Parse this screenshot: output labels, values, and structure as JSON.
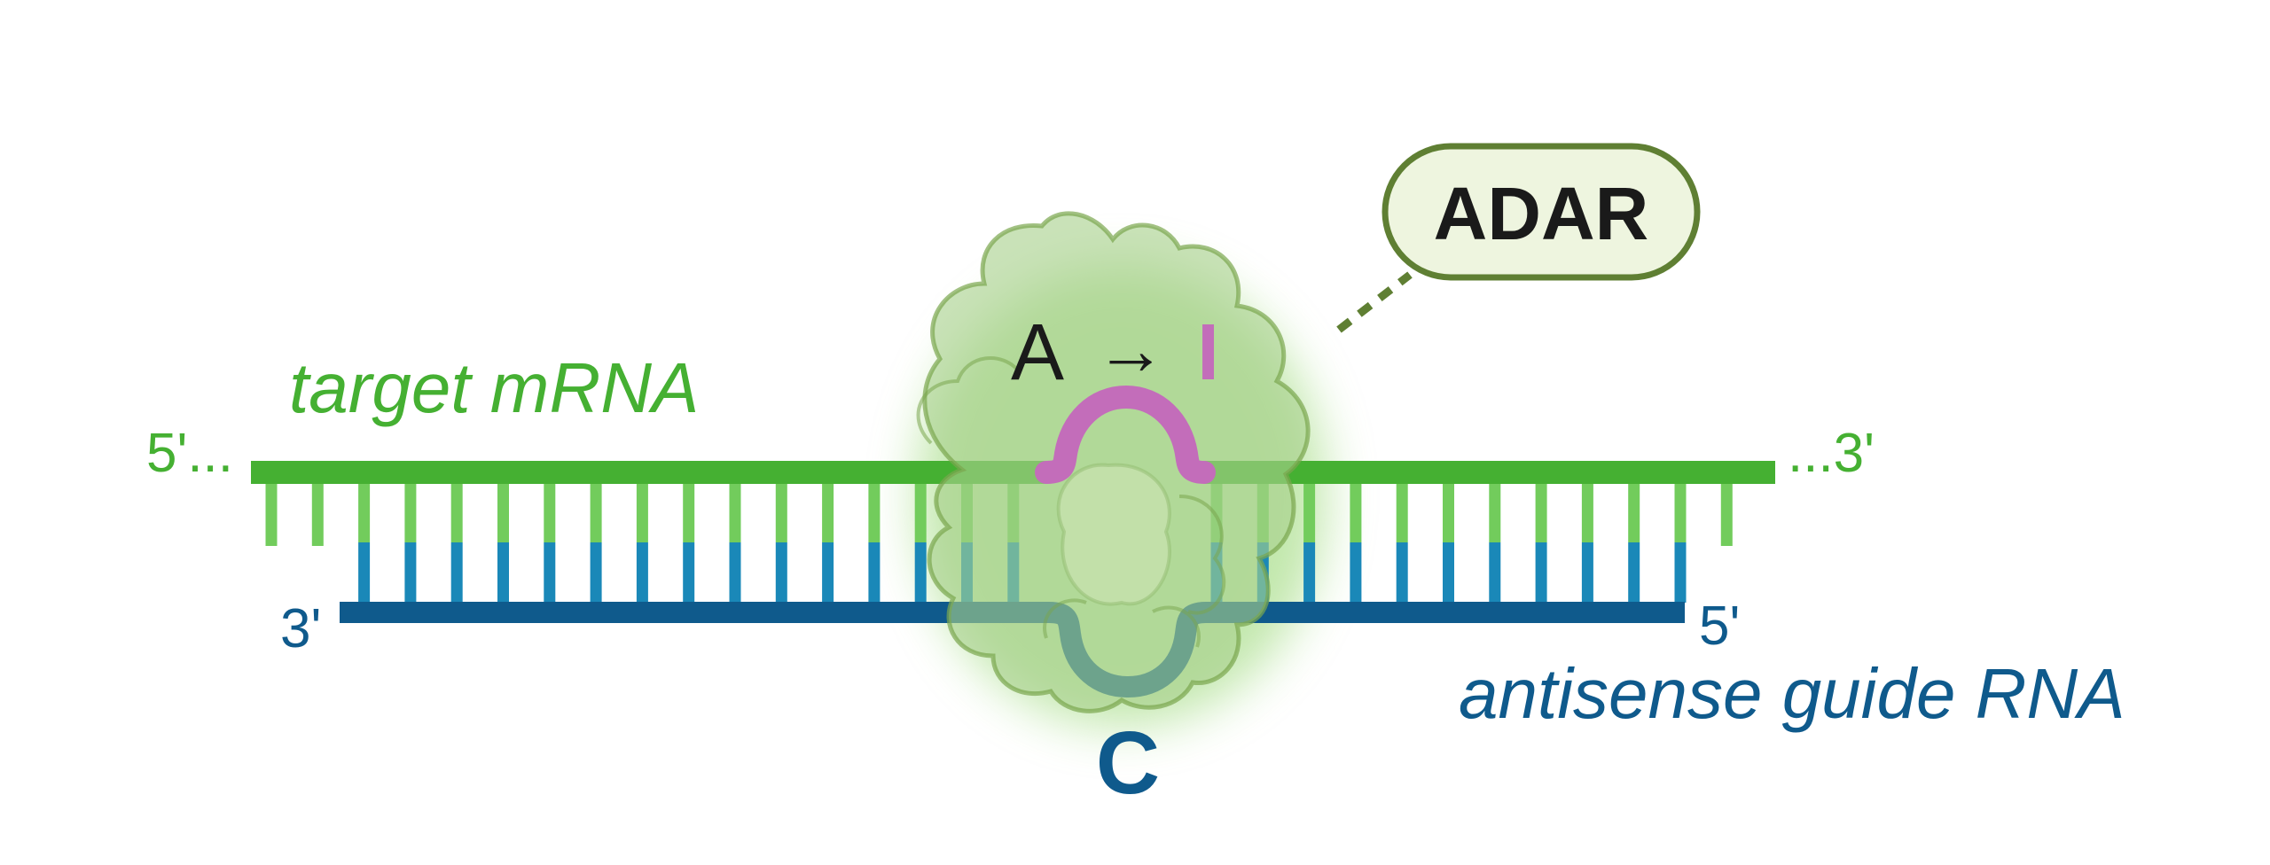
{
  "labels": {
    "mrna_five_prime": "5'...",
    "mrna_three_prime": "...3'",
    "guide_three_prime": "3'",
    "guide_five_prime": "5'",
    "target_mrna": "target mRNA",
    "antisense_guide": "antisense guide RNA",
    "edit_from": "A",
    "edit_arrow": "→",
    "edit_to": "I",
    "mismatch_base": "C",
    "enzyme": "ADAR"
  },
  "colors": {
    "mrna_green": "#45b032",
    "mrna_tick_light": "#72cc5c",
    "guide_blue": "#0f5a8c",
    "guide_tick": "#1a88b8",
    "inosine_pink": "#c36dba",
    "adar_fill": "#a8d08d",
    "adar_outline": "#5f7f33",
    "adar_label_bg": "#eef5df",
    "dark_text": "#1a1a1a"
  },
  "icons": {
    "enzyme": "adar-enzyme-blob-icon",
    "edit_bulge": "inosine-bulge-icon",
    "guide_loop": "cytidine-loop-icon"
  }
}
